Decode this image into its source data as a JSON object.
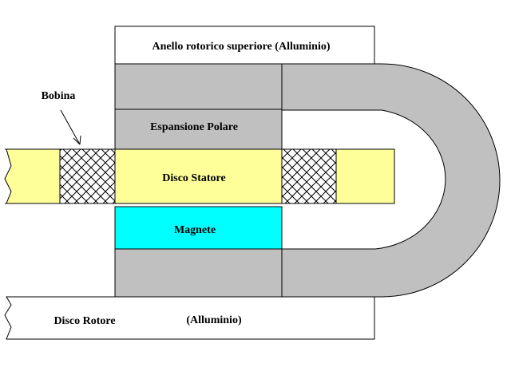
{
  "labels": {
    "top_ring": "Anello rotorico superiore (Alluminio)",
    "coil": "Bobina",
    "pole_piece": "Espansione Polare",
    "stator_disc": "Disco Statore",
    "magnet": "Magnete",
    "rotor_disc": "Disco Rotore",
    "rotor_material": "(Alluminio)"
  },
  "colors": {
    "iron": "#c0c0c0",
    "stator": "#ffff99",
    "magnet": "#00ffff",
    "outline": "#000000",
    "background": "#ffffff"
  }
}
